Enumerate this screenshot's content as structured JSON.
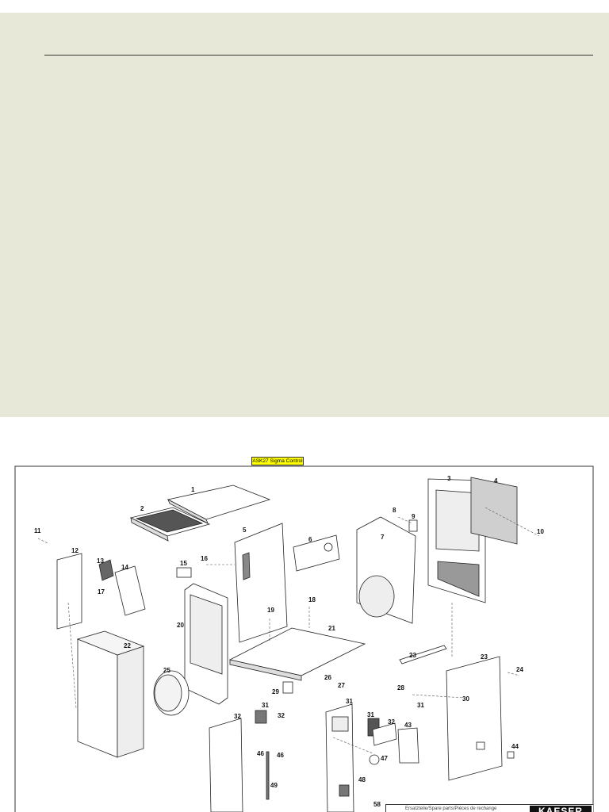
{
  "drawing_label": "ASK27 Sigma Control",
  "title_block": {
    "caption": "Ersatzteile/Spare parts/Pièces de rechange",
    "logo": "KAESER"
  },
  "callouts": [
    "1",
    "2",
    "3",
    "4",
    "5",
    "6",
    "7",
    "8",
    "9",
    "10",
    "11",
    "12",
    "13",
    "14",
    "15",
    "16",
    "17",
    "18",
    "19",
    "20",
    "21",
    "22",
    "23",
    "23",
    "24",
    "25",
    "26",
    "27",
    "28",
    "29",
    "30",
    "31",
    "31",
    "31",
    "31",
    "32",
    "32",
    "32",
    "43",
    "44",
    "46",
    "46",
    "47",
    "48",
    "49",
    "58"
  ]
}
